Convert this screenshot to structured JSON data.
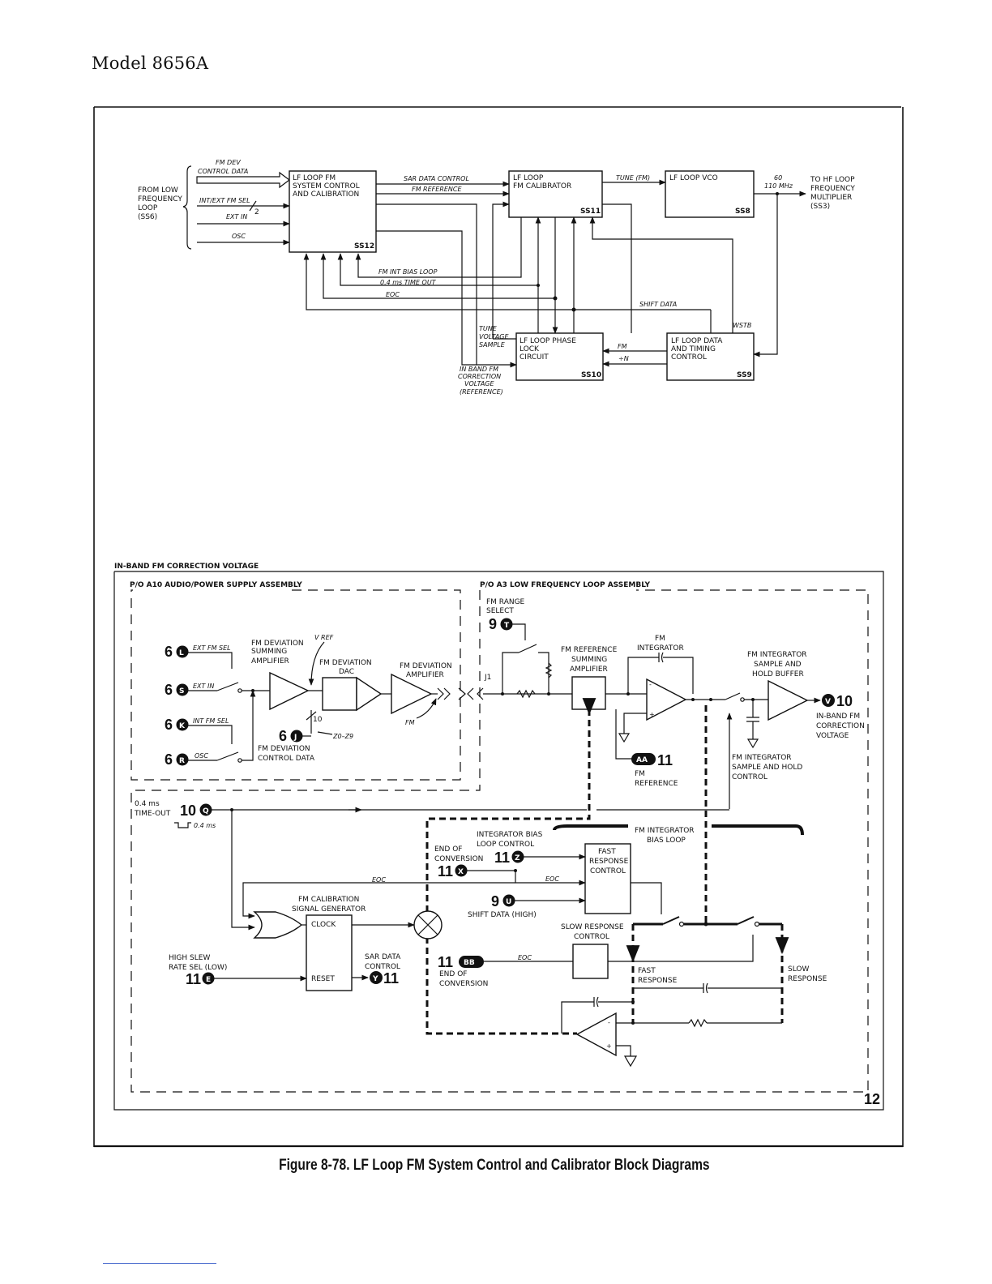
{
  "header": "Model 8656A",
  "caption": "Figure 8-78. LF Loop FM System Control and Calibrator Block Diagrams",
  "page_number": "12",
  "top": {
    "from_low": [
      "FROM LOW",
      "FREQUENCY",
      "LOOP",
      "(SS6)"
    ],
    "inputs": {
      "fm_dev": "FM DEV",
      "control_data": "CONTROL DATA",
      "int_ext": "INT/EXT FM SEL",
      "int_ext_num": "2",
      "ext_in": "EXT IN",
      "osc": "OSC"
    },
    "ss12": {
      "lines": [
        "LF LOOP FM",
        "SYSTEM CONTROL",
        "AND CALIBRATION"
      ],
      "id": "SS12"
    },
    "ss11": {
      "lines": [
        "LF LOOP",
        "FM CALIBRATOR"
      ],
      "id": "SS11"
    },
    "ss8": {
      "lines": [
        "LF LOOP VCO"
      ],
      "id": "SS8"
    },
    "ss10": {
      "lines": [
        "LF LOOP PHASE",
        "LOCK",
        "CIRCUIT"
      ],
      "id": "SS10"
    },
    "ss9": {
      "lines": [
        "LF LOOP DATA",
        "AND TIMING",
        "CONTROL"
      ],
      "id": "SS9"
    },
    "sar_data_control": "SAR DATA CONTROL",
    "fm_reference": "FM REFERENCE",
    "tune_fm": "TUNE (FM)",
    "freq_60": "60",
    "freq_110": "110 MHz",
    "to_hf": [
      "TO HF LOOP",
      "FREQUENCY",
      "MULTIPLIER",
      "(SS3)"
    ],
    "fm_int_bias_loop": "FM INT BIAS LOOP",
    "time_out": "0.4 ms  TIME OUT",
    "eoc": "EOC",
    "shift_data": "SHIFT DATA",
    "wstb": "WSTB",
    "tune_voltage": [
      "TUNE",
      "VOLTAGE",
      "SAMPLE"
    ],
    "fm": "FM",
    "n": "÷N",
    "in_band": [
      "IN BAND FM",
      "CORRECTION",
      "VOLTAGE",
      "(REFERENCE)"
    ]
  },
  "bottom": {
    "title": "IN-BAND FM CORRECTION VOLTAGE",
    "a10": "P/O A10 AUDIO/POWER SUPPLY ASSEMBLY",
    "a3": "P/O A3 LOW FREQUENCY LOOP ASSEMBLY",
    "tp_6l": {
      "num": "6",
      "letter": "L",
      "label": "EXT FM SEL"
    },
    "tp_6s": {
      "num": "6",
      "letter": "S",
      "label": "EXT IN"
    },
    "tp_6k": {
      "num": "6",
      "letter": "K",
      "label": "INT FM SEL"
    },
    "tp_6r": {
      "num": "6",
      "letter": "R",
      "label": "OSC"
    },
    "tp_6j": {
      "num": "6",
      "letter": "J"
    },
    "fm_dev_sum_amp": [
      "FM DEVIATION",
      "SUMMING",
      "AMPLIFIER"
    ],
    "vref": "V REF",
    "fm_dev_dac": [
      "FM DEVIATION",
      "DAC"
    ],
    "fm_dev_amp": [
      "FM DEVIATION",
      "AMPLIFIER"
    ],
    "fm_out": "FM",
    "bus_10": "10",
    "z0z9": "Z0–Z9",
    "fm_dev_control": [
      "FM DEVIATION",
      "CONTROL DATA"
    ],
    "fm_range": [
      "FM RANGE",
      "SELECT"
    ],
    "tp_9t": {
      "num": "9",
      "letter": "T"
    },
    "j1": "J1",
    "fm_ref_sum_amp": [
      "FM REFERENCE",
      "SUMMING",
      "AMPLIFIER"
    ],
    "fm_integrator": [
      "FM",
      "INTEGRATOR"
    ],
    "fm_int_sh_buffer": [
      "FM INTEGRATOR",
      "SAMPLE AND",
      "HOLD BUFFER"
    ],
    "tp_v10": {
      "letter": "V",
      "num": "10"
    },
    "in_band_out": [
      "IN-BAND FM",
      "CORRECTION",
      "VOLTAGE"
    ],
    "tp_aa11": {
      "letter": "AA",
      "num": "11"
    },
    "fm_reference": [
      "FM",
      "REFERENCE"
    ],
    "fm_int_sh_control": [
      "FM INTEGRATOR",
      "SAMPLE AND HOLD",
      "CONTROL"
    ],
    "time_out_lbl": [
      "0.4 ms",
      "TIME-OUT"
    ],
    "tp_10q": {
      "num": "10",
      "letter": "Q"
    },
    "pulse": "0.4 ms",
    "int_bias_loop_ctrl": [
      "INTEGRATOR BIAS",
      "LOOP CONTROL"
    ],
    "fm_int_bias_loop": [
      "FM INTEGRATOR",
      "BIAS LOOP"
    ],
    "end_conv": [
      "END OF",
      "CONVERSION"
    ],
    "tp_11z": {
      "num": "11",
      "letter": "Z"
    },
    "tp_11x": {
      "num": "11",
      "letter": "X"
    },
    "fast_resp_ctrl": [
      "FAST",
      "RESPONSE",
      "CONTROL"
    ],
    "eoc": "EOC",
    "tp_9u": {
      "num": "9",
      "letter": "U"
    },
    "shift_data_high": "SHIFT DATA (HIGH)",
    "fm_cal_gen": [
      "FM CALIBRATION",
      "SIGNAL GENERATOR"
    ],
    "clock": "CLOCK",
    "reset": "RESET",
    "slow_resp_ctrl": [
      "SLOW RESPONSE",
      "CONTROL"
    ],
    "high_slew": [
      "HIGH SLEW",
      "RATE SEL (LOW)"
    ],
    "tp_11e": {
      "num": "11",
      "letter": "E"
    },
    "sar_ctrl": [
      "SAR DATA",
      "CONTROL"
    ],
    "tp_y11": {
      "letter": "Y",
      "num": "11"
    },
    "tp_11bb": {
      "num": "11",
      "letter": "BB"
    },
    "end_conv2": [
      "END OF",
      "CONVERSION"
    ],
    "fast_response": [
      "FAST",
      "RESPONSE"
    ],
    "slow_response": [
      "SLOW",
      "RESPONSE"
    ]
  }
}
